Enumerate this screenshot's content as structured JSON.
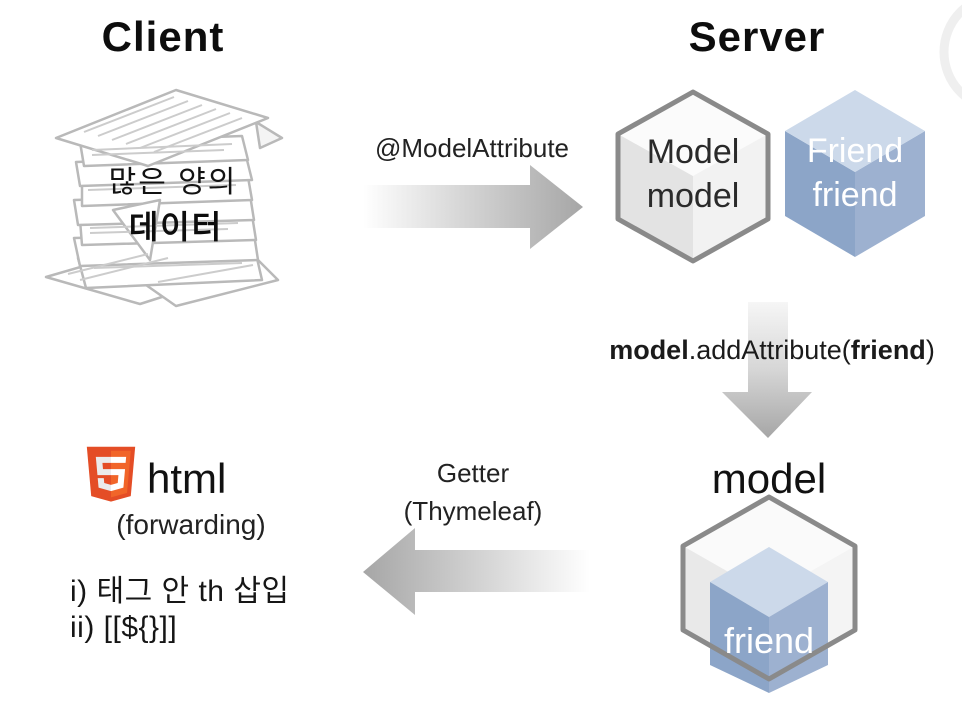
{
  "headers": {
    "client": "Client",
    "server": "Server"
  },
  "client_side": {
    "paper_label_line1": "많은 양의",
    "paper_label_line2": "데이터",
    "illustration": "paper-stack-sketch"
  },
  "flow": {
    "request_label": "@ModelAttribute",
    "add_attribute_code": {
      "obj": "model",
      "method": ".addAttribute(",
      "arg": "friend",
      "close": ")"
    },
    "response_label_line1": "Getter",
    "response_label_line2": "(Thymeleaf)"
  },
  "server_side": {
    "model_cube": {
      "line1": "Model",
      "line2": "model"
    },
    "friend_cube": {
      "line1": "Friend",
      "line2": "friend"
    },
    "result_label": "model",
    "result_cube_inner_label": "friend"
  },
  "client_result": {
    "html_label": "html",
    "forwarding_label": "(forwarding)",
    "notes": [
      {
        "label": "i)  태그 안 th 삽입"
      },
      {
        "label": "ii)  [[${}]]"
      }
    ]
  },
  "icons": {
    "logo": "html5-logo"
  },
  "colors": {
    "arrow_dark": "#a6a6a6",
    "arrow_mid": "#d6d6d6",
    "cube_border": "#8a8a8a",
    "white_cube_top": "#fbfbfb",
    "white_cube_left": "#e3e3e3",
    "white_cube_right": "#f2f2f2",
    "result_cube_top": "#fafafa",
    "result_cube_left": "#e9e9e9",
    "result_cube_right": "#f4f4f4",
    "blue_cube_top": "#ccd9ea",
    "blue_cube_left": "#8ca5c8",
    "blue_cube_right": "#9db1d0",
    "html5_orange": "#e44d26",
    "html5_orange_light": "#f16529",
    "html5_gray5": "#ebebeb",
    "sketch_stroke": "#b9b9b9",
    "sketch_hatch": "#cccccc"
  }
}
